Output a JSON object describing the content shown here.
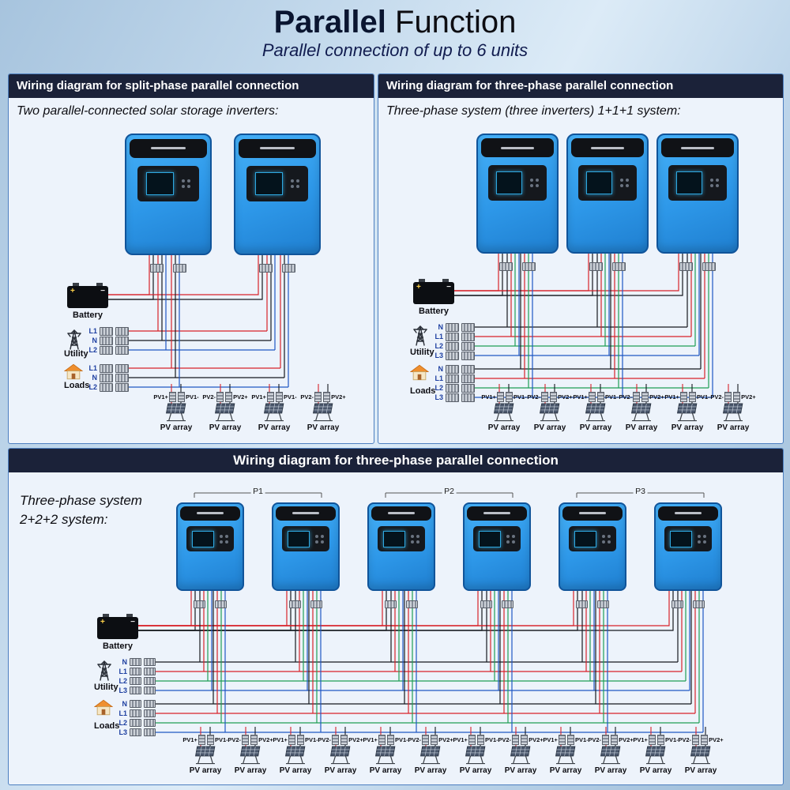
{
  "title": {
    "bold": "Parallel",
    "rest": " Function",
    "subtitle": "Parallel connection of up to 6 units"
  },
  "colors": {
    "wire_red": "#d8232a",
    "wire_black": "#16191f",
    "wire_blue": "#1f57c4",
    "wire_green": "#1f9e55",
    "header_bg": "#1b2239",
    "inverter_blue": "#2f9ced",
    "panel_bg": "#edf3fb"
  },
  "battery_marks": {
    "plus": "+",
    "minus": "−"
  },
  "panels": [
    {
      "header": "Wiring diagram for split-phase parallel connection",
      "note": "Two parallel-connected solar storage inverters:",
      "inverter_count": 2,
      "battery_label": "Battery",
      "utility_label": "Utility",
      "utility_lines": [
        "L1",
        "N",
        "L2"
      ],
      "loads_label": "Loads",
      "loads_lines": [
        "L1",
        "N",
        "L2"
      ],
      "wire_colors": [
        "#d8232a",
        "#16191f",
        "#1f57c4"
      ],
      "groups": [],
      "pv_arrays": [
        {
          "left": "PV1+",
          "right": "PV1-",
          "caption": "PV array"
        },
        {
          "left": "PV2-",
          "right": "PV2+",
          "caption": "PV array"
        },
        {
          "left": "PV1+",
          "right": "PV1-",
          "caption": "PV array"
        },
        {
          "left": "PV2-",
          "right": "PV2+",
          "caption": "PV array"
        }
      ]
    },
    {
      "header": "Wiring diagram for three-phase parallel connection",
      "note": "Three-phase system (three inverters) 1+1+1 system:",
      "inverter_count": 3,
      "battery_label": "Battery",
      "utility_label": "Utility",
      "utility_lines": [
        "N",
        "L1",
        "L2",
        "L3"
      ],
      "loads_label": "Loads",
      "loads_lines": [
        "N",
        "L1",
        "L2",
        "L3"
      ],
      "wire_colors": [
        "#16191f",
        "#d8232a",
        "#1f9e55",
        "#1f57c4"
      ],
      "groups": [],
      "pv_arrays": [
        {
          "left": "PV1+",
          "right": "PV1-",
          "caption": "PV array"
        },
        {
          "left": "PV2-",
          "right": "PV2+",
          "caption": "PV array"
        },
        {
          "left": "PV1+",
          "right": "PV1-",
          "caption": "PV array"
        },
        {
          "left": "PV2-",
          "right": "PV2+",
          "caption": "PV array"
        },
        {
          "left": "PV1+",
          "right": "PV1-",
          "caption": "PV array"
        },
        {
          "left": "PV2-",
          "right": "PV2+",
          "caption": "PV array"
        }
      ]
    },
    {
      "header": "Wiring diagram for three-phase parallel connection",
      "note": "Three-phase system",
      "note2": "2+2+2 system:",
      "inverter_count": 6,
      "battery_label": "Battery",
      "utility_label": "Utility",
      "utility_lines": [
        "N",
        "L1",
        "L2",
        "L3"
      ],
      "loads_label": "Loads",
      "loads_lines": [
        "N",
        "L1",
        "L2",
        "L3"
      ],
      "wire_colors": [
        "#16191f",
        "#d8232a",
        "#1f9e55",
        "#1f57c4"
      ],
      "groups": [
        "P1",
        "P2",
        "P3"
      ],
      "pv_arrays": [
        {
          "left": "PV1+",
          "right": "PV1-",
          "caption": "PV array"
        },
        {
          "left": "PV2-",
          "right": "PV2+",
          "caption": "PV array"
        },
        {
          "left": "PV1+",
          "right": "PV1-",
          "caption": "PV array"
        },
        {
          "left": "PV2-",
          "right": "PV2+",
          "caption": "PV array"
        },
        {
          "left": "PV1+",
          "right": "PV1-",
          "caption": "PV array"
        },
        {
          "left": "PV2-",
          "right": "PV2+",
          "caption": "PV array"
        },
        {
          "left": "PV1+",
          "right": "PV1-",
          "caption": "PV array"
        },
        {
          "left": "PV2-",
          "right": "PV2+",
          "caption": "PV array"
        },
        {
          "left": "PV1+",
          "right": "PV1-",
          "caption": "PV array"
        },
        {
          "left": "PV2-",
          "right": "PV2+",
          "caption": "PV array"
        },
        {
          "left": "PV1+",
          "right": "PV1-",
          "caption": "PV array"
        },
        {
          "left": "PV2-",
          "right": "PV2+",
          "caption": "PV array"
        }
      ]
    }
  ]
}
